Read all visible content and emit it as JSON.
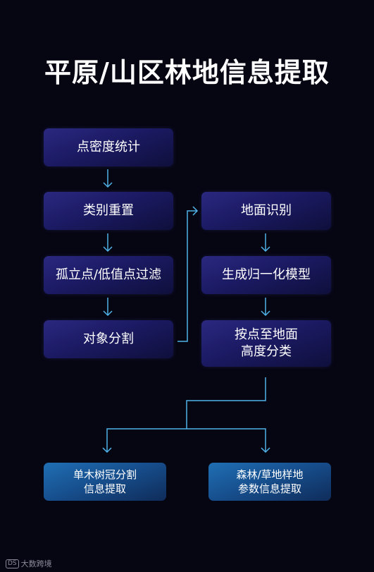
{
  "title": "平原/山区林地信息提取",
  "left_column": [
    "点密度统计",
    "类别重置",
    "孤立点/低值点过滤",
    "对象分割"
  ],
  "right_column": [
    "地面识别",
    "生成归一化模型",
    "按点至地面\n高度分类"
  ],
  "outputs": [
    "单木树冠分割\n信息提取",
    "森林/草地样地\n参数信息提取"
  ],
  "footer": {
    "logo_text": "大数跨境"
  },
  "colors": {
    "background": "#060613",
    "box": "#1b1a63",
    "output_box": "#17508f",
    "connector": "#4fb3e8"
  }
}
